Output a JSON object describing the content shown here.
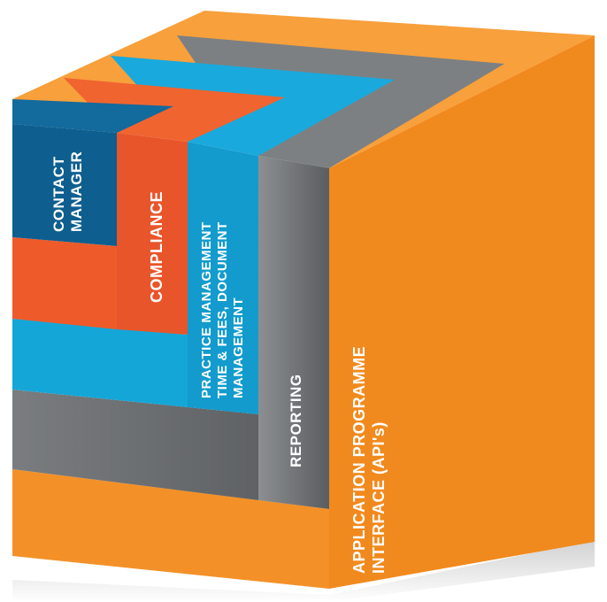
{
  "layers": [
    {
      "id": "contact-manager",
      "lines": [
        "CONTACT",
        "MANAGER"
      ],
      "color": "#0e5f8f"
    },
    {
      "id": "compliance",
      "lines": [
        "COMPLIANCE"
      ],
      "color": "#ee5a2a"
    },
    {
      "id": "practice-management",
      "lines": [
        "PRACTICE MANAGEMENT",
        "TIME & FEES, DOCUMENT",
        "MANAGEMENT"
      ],
      "color": "#15a6d8"
    },
    {
      "id": "reporting",
      "lines": [
        "REPORTING"
      ],
      "color": "#6f7275"
    },
    {
      "id": "api",
      "lines": [
        "APPLICATION PROGRAMME",
        "INTERFACE (API's)"
      ],
      "color": "#f39128"
    }
  ]
}
